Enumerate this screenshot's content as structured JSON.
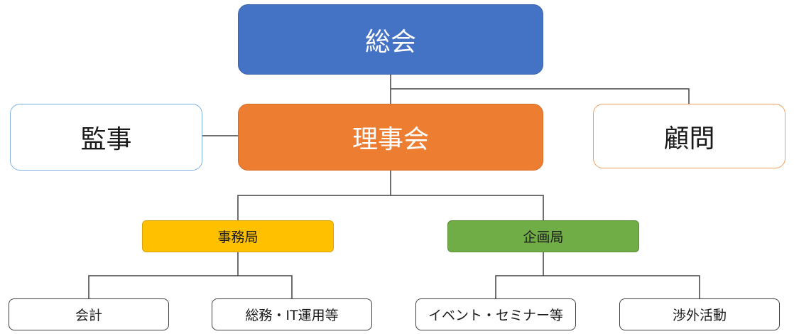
{
  "nodes": {
    "soukai": "総会",
    "kansa": "監事",
    "rijikai": "理事会",
    "komon": "顧問",
    "jimukyoku": "事務局",
    "kikakukyoku": "企画局",
    "kaikei": "会計",
    "soumu": "総務・IT運用等",
    "event": "イベント・セミナー等",
    "shougai": "渉外活動"
  },
  "colors": {
    "soukai": "#4472c4",
    "rijikai": "#ed7d31",
    "jimukyoku": "#ffc000",
    "kikakukyoku": "#70ad47",
    "connector": "#404040"
  }
}
